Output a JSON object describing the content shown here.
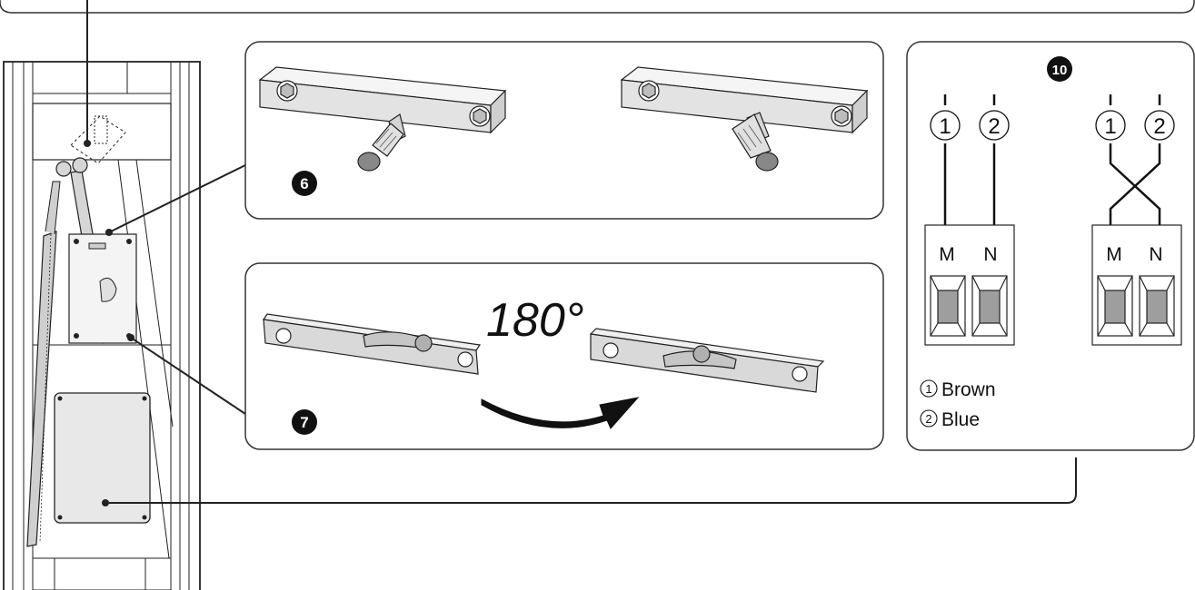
{
  "steps": {
    "step6": "6",
    "step7": "7",
    "step10": "10"
  },
  "rotation_label": "180°",
  "wiring": {
    "left_wire_1": "1",
    "left_wire_2": "2",
    "right_wire_1": "1",
    "right_wire_2": "2",
    "left_terminal_m": "M",
    "left_terminal_n": "N",
    "right_terminal_m": "M",
    "right_terminal_n": "N"
  },
  "legend": {
    "item1_number": "1",
    "item1_label": "Brown",
    "item2_number": "2",
    "item2_label": "Blue"
  },
  "colors": {
    "line": "#1a1a1a",
    "panel_border": "#333333",
    "part_fill": "#e6e6e6",
    "part_dark": "#bdbdbd",
    "terminal_window": "#9e9e9e"
  }
}
